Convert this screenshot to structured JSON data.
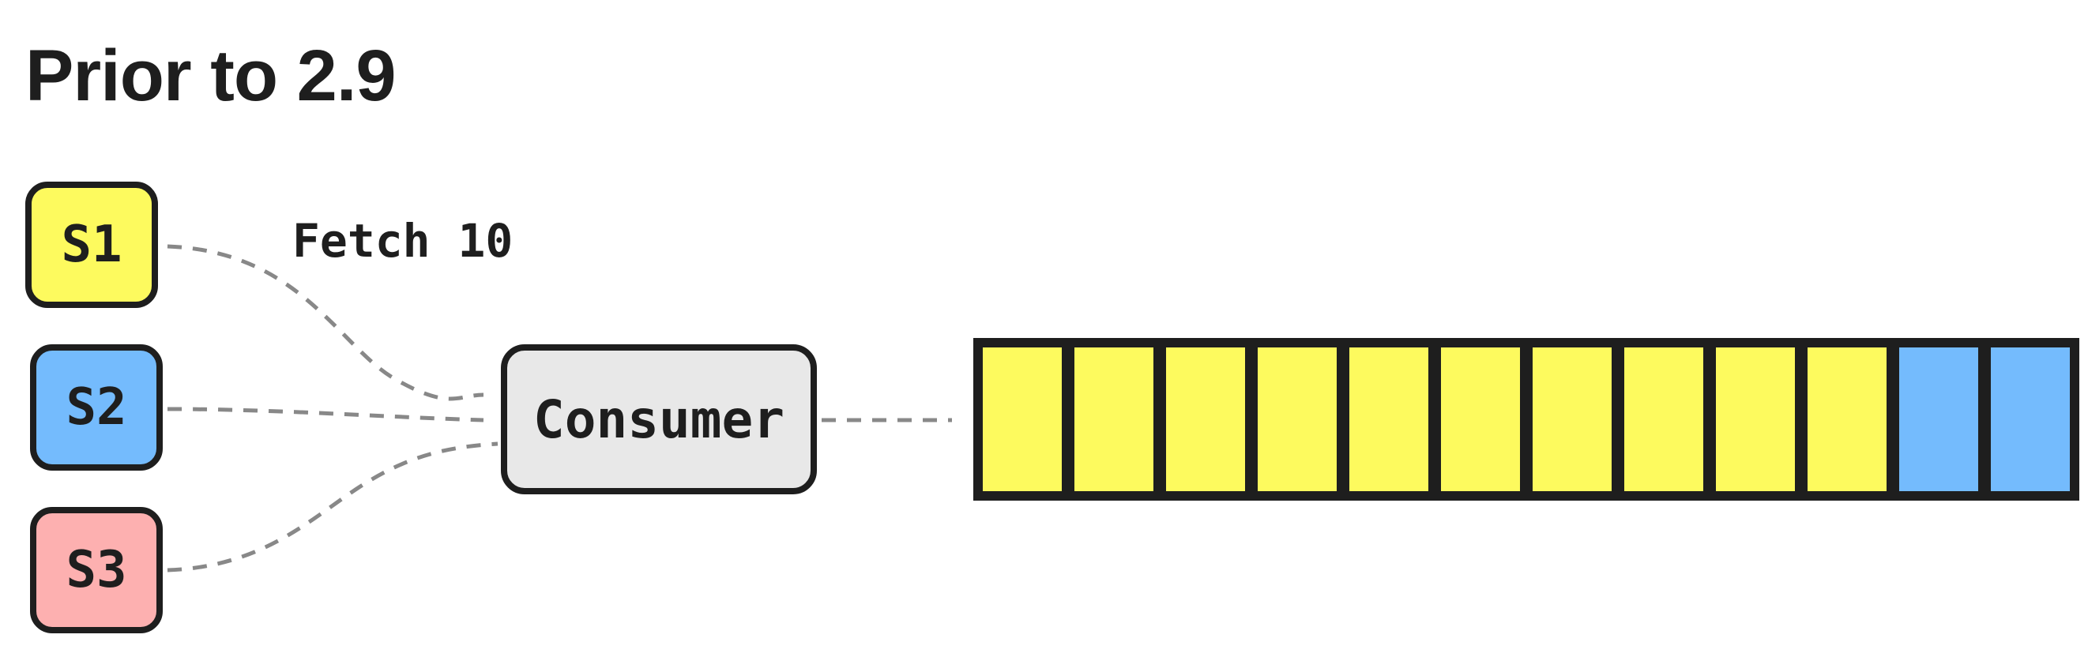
{
  "title": "Prior to 2.9",
  "fetch_label": "Fetch 10",
  "consumer": {
    "label": "Consumer",
    "color": "#e8e8e8"
  },
  "streams": [
    {
      "label": "S1",
      "color": "#fdfa5e"
    },
    {
      "label": "S2",
      "color": "#74bbfd"
    },
    {
      "label": "S3",
      "color": "#fdb0b0"
    }
  ],
  "buffer": {
    "slots": [
      {
        "stream": "S1",
        "color": "#fdfa5e"
      },
      {
        "stream": "S1",
        "color": "#fdfa5e"
      },
      {
        "stream": "S1",
        "color": "#fdfa5e"
      },
      {
        "stream": "S1",
        "color": "#fdfa5e"
      },
      {
        "stream": "S1",
        "color": "#fdfa5e"
      },
      {
        "stream": "S1",
        "color": "#fdfa5e"
      },
      {
        "stream": "S1",
        "color": "#fdfa5e"
      },
      {
        "stream": "S1",
        "color": "#fdfa5e"
      },
      {
        "stream": "S1",
        "color": "#fdfa5e"
      },
      {
        "stream": "S1",
        "color": "#fdfa5e"
      },
      {
        "stream": "S2",
        "color": "#74bbfd"
      },
      {
        "stream": "S2",
        "color": "#74bbfd"
      }
    ]
  },
  "connector_color": "#888888",
  "outline_color": "#1e1e1e"
}
